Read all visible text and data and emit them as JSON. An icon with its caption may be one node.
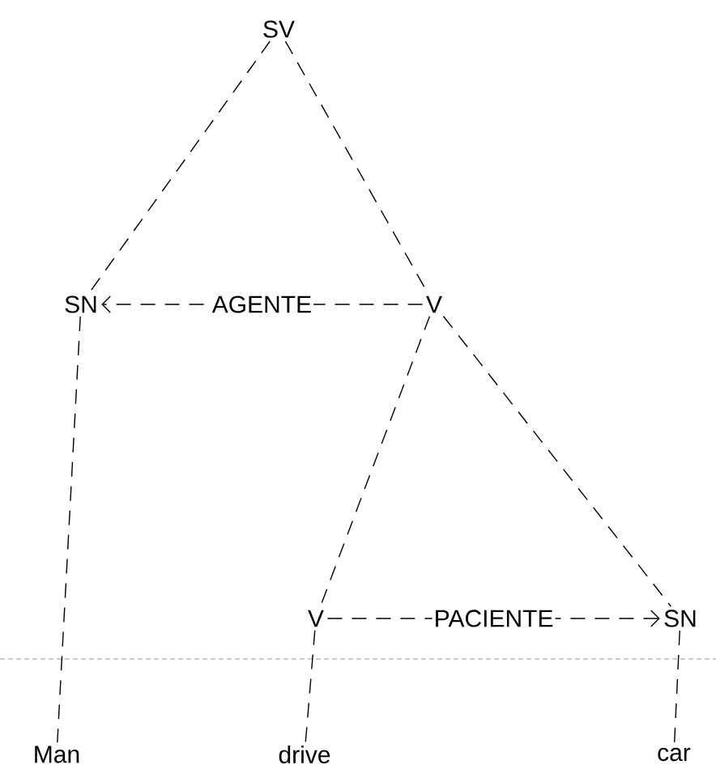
{
  "diagram": {
    "nodes": [
      {
        "text": [
          "SV"
        ]
      },
      {
        "text": [
          "SN"
        ]
      },
      {
        "text": [
          "V"
        ]
      },
      {
        "text": [
          "V"
        ]
      },
      {
        "text": [
          "SN"
        ]
      },
      {
        "text": [
          "Man"
        ]
      },
      {
        "text": [
          "drive"
        ]
      },
      {
        "text": [
          "car"
        ]
      }
    ],
    "edges": [
      {
        "from": 0,
        "to": 1,
        "arrow": "none",
        "style": "dashed"
      },
      {
        "from": 0,
        "to": 2,
        "arrow": "none",
        "style": "dashed"
      },
      {
        "from": 2,
        "to": 1,
        "arrow": "to",
        "style": "dashed",
        "label": "AGENTE"
      },
      {
        "from": 1,
        "to": 5,
        "arrow": "none",
        "style": "dashed"
      },
      {
        "from": 2,
        "to": 3,
        "arrow": "none",
        "style": "dashed"
      },
      {
        "from": 2,
        "to": 4,
        "arrow": "none",
        "style": "dashed"
      },
      {
        "from": 3,
        "to": 4,
        "arrow": "to",
        "style": "dashed",
        "label": "PACIENTE"
      },
      {
        "from": 3,
        "to": 6,
        "arrow": "none",
        "style": "dashed"
      },
      {
        "from": 4,
        "to": 7,
        "arrow": "none",
        "style": "dashed"
      }
    ]
  }
}
